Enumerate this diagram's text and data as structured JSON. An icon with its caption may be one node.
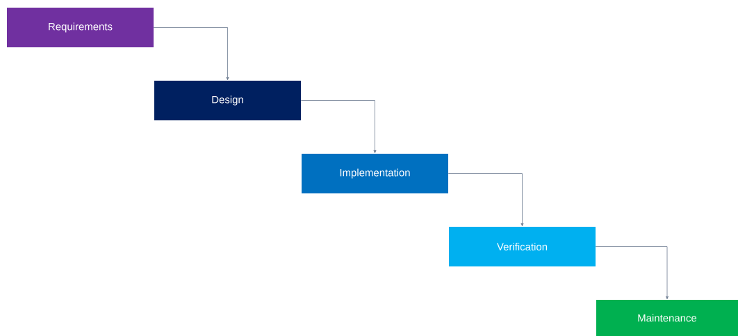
{
  "diagram": {
    "nodes": [
      {
        "text": [
          "Requirements"
        ]
      },
      {
        "text": [
          "Design"
        ]
      },
      {
        "text": [
          "Implementation"
        ]
      },
      {
        "text": [
          "Verification"
        ]
      },
      {
        "text": [
          "Maintenance"
        ]
      }
    ],
    "edges": [
      {
        "from": 0,
        "to": 1,
        "arrow": "to"
      },
      {
        "from": 1,
        "to": 2,
        "arrow": "to"
      },
      {
        "from": 2,
        "to": 3,
        "arrow": "to"
      },
      {
        "from": 3,
        "to": 4,
        "arrow": "to"
      }
    ]
  }
}
